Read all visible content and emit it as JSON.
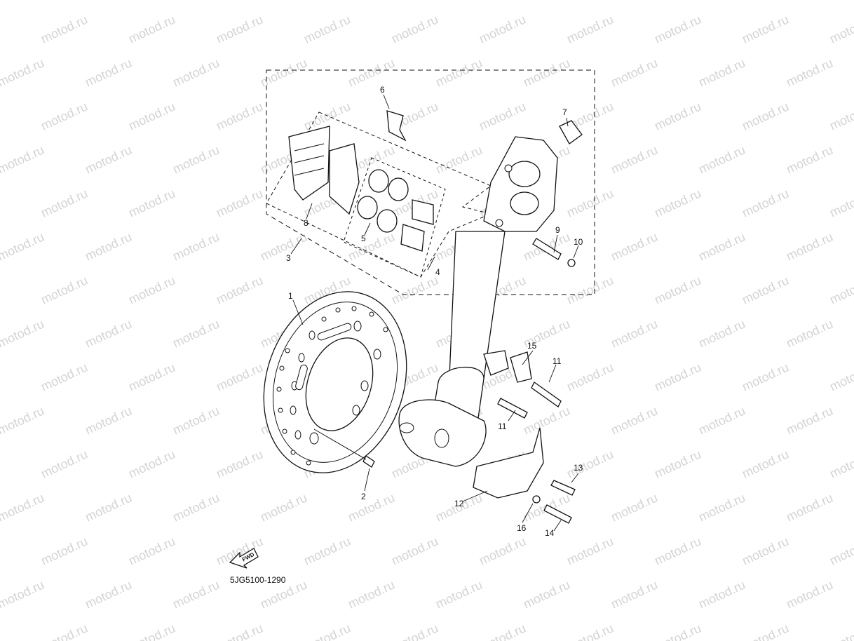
{
  "watermark": {
    "text": "motod.ru"
  },
  "callouts": {
    "c1": "1",
    "c2": "2",
    "c3": "3",
    "c4": "4",
    "c5": "5",
    "c6": "6",
    "c7": "7",
    "c8": "8",
    "c9": "9",
    "c10": "10",
    "c11a": "11",
    "c11b": "11",
    "c12": "12",
    "c13": "13",
    "c14": "14",
    "c15": "15",
    "c16": "16"
  },
  "fwd_label": "FWD",
  "ref_code": "5JG5100-1290",
  "icons": {
    "fwd_arrow": "fwd-arrow-icon"
  },
  "colors": {
    "line": "#111111",
    "watermark": "#d4d4d4",
    "background": "#ffffff"
  }
}
